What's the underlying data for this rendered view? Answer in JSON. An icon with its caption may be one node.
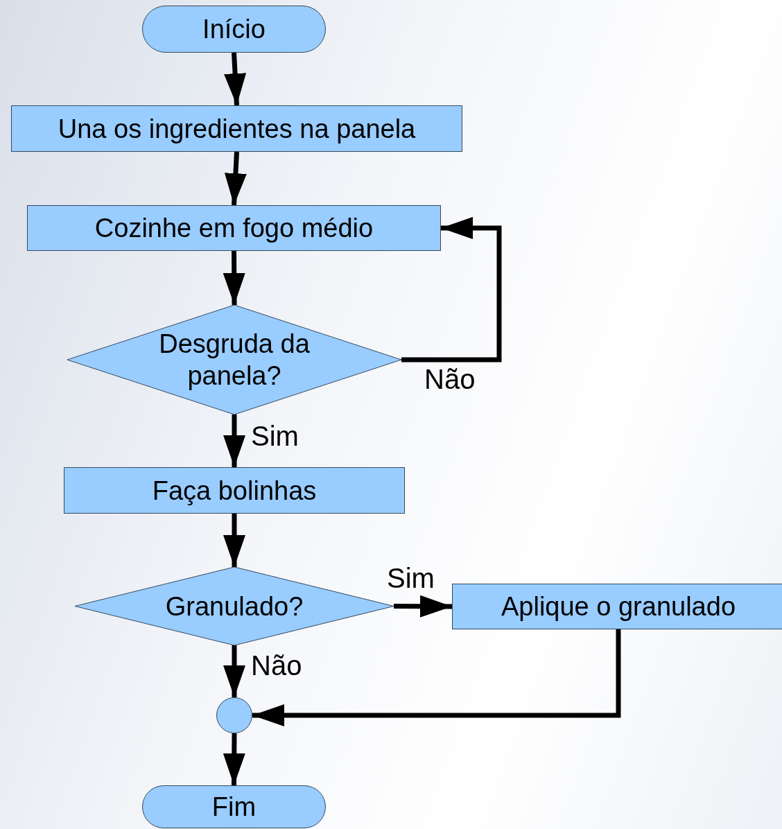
{
  "diagram": {
    "nodes": [
      {
        "text": [
          "Início"
        ]
      },
      {
        "text": [
          "Una os ingredientes na panela"
        ]
      },
      {
        "text": [
          "Cozinhe em fogo médio"
        ]
      },
      {
        "text": [
          "Desgruda da panela?"
        ]
      },
      {
        "text": [
          "Faça bolinhas"
        ]
      },
      {
        "text": [
          "Granulado?"
        ]
      },
      {
        "text": [
          "Aplique o granulado"
        ]
      },
      {
        "text": [],
        "shape": "circle"
      },
      {
        "text": [
          "Fim"
        ]
      }
    ],
    "edges": [
      {
        "from": 0,
        "to": 1,
        "arrow": "to"
      },
      {
        "from": 1,
        "to": 2,
        "arrow": "to"
      },
      {
        "from": 2,
        "to": 3,
        "arrow": "to"
      },
      {
        "from": 3,
        "to": 2,
        "arrow": "to",
        "label": "Não"
      },
      {
        "from": 3,
        "to": 4,
        "arrow": "to",
        "label": "Sim"
      },
      {
        "from": 4,
        "to": 5,
        "arrow": "to"
      },
      {
        "from": 5,
        "to": 6,
        "arrow": "to",
        "label": "Sim"
      },
      {
        "from": 5,
        "to": 7,
        "arrow": "to",
        "label": "Não"
      },
      {
        "from": 6,
        "to": 7,
        "arrow": "to"
      },
      {
        "from": 7,
        "to": 8,
        "arrow": "to"
      }
    ]
  }
}
